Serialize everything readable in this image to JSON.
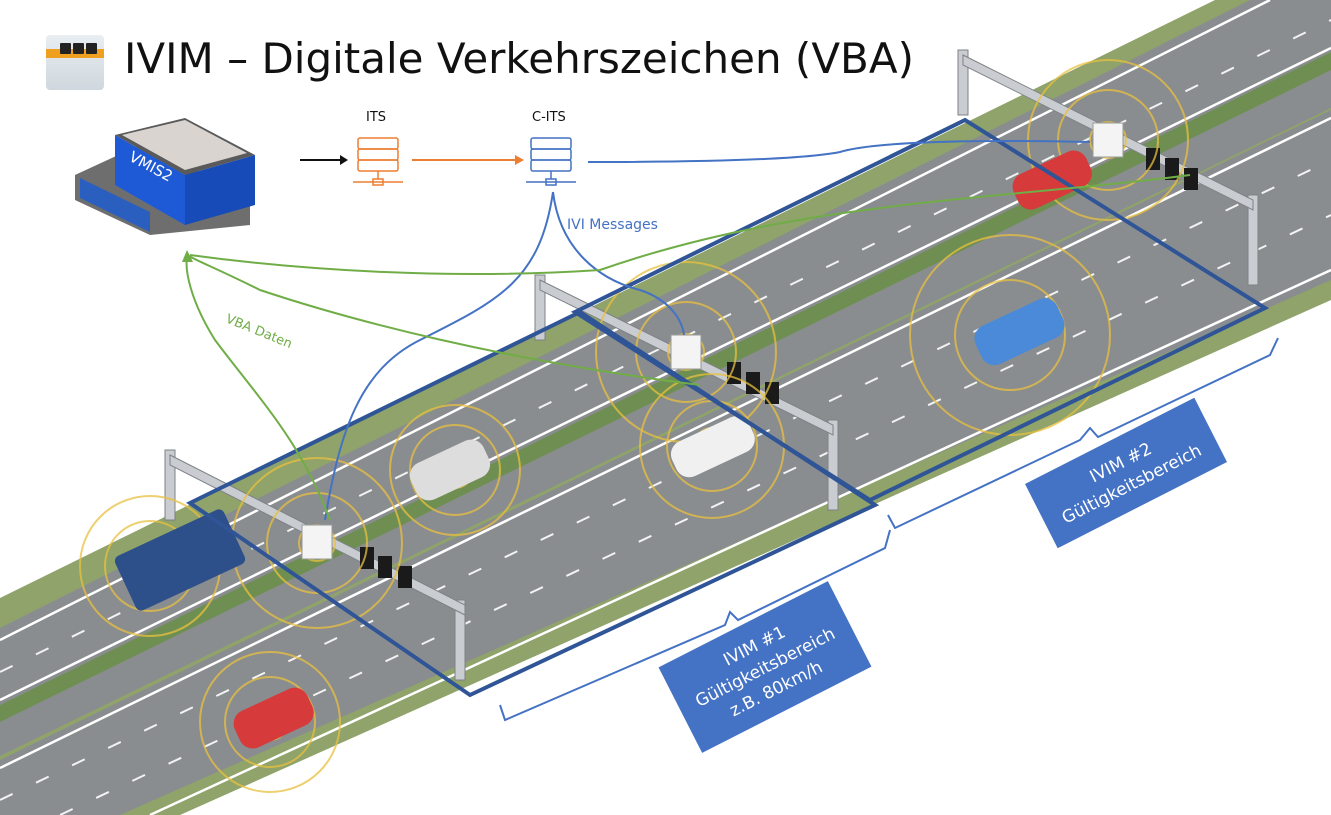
{
  "header": {
    "title": "IVIM – Digitale Verkehrszeichen (VBA)",
    "icon": "gantry-sign-thumbnail"
  },
  "flow": {
    "building_label": "VMIS2",
    "its_label": "ITS",
    "cits_label": "C-ITS",
    "ivi_messages_label": "IVI Messages",
    "vba_daten_label": "VBA Daten"
  },
  "zones": [
    {
      "lines": [
        "IVIM #1",
        "Gültigkeitsbereich",
        "z.B. 80km/h"
      ]
    },
    {
      "lines": [
        "IVIM #2",
        "Gültigkeitsbereich"
      ]
    }
  ],
  "colors": {
    "its": "#ed7d31",
    "cits": "#4472c4",
    "vba": "#70ad47",
    "zone_box": "#4472c4",
    "zone_outline": "#2f5597",
    "signal_ring": "#e8c040"
  }
}
